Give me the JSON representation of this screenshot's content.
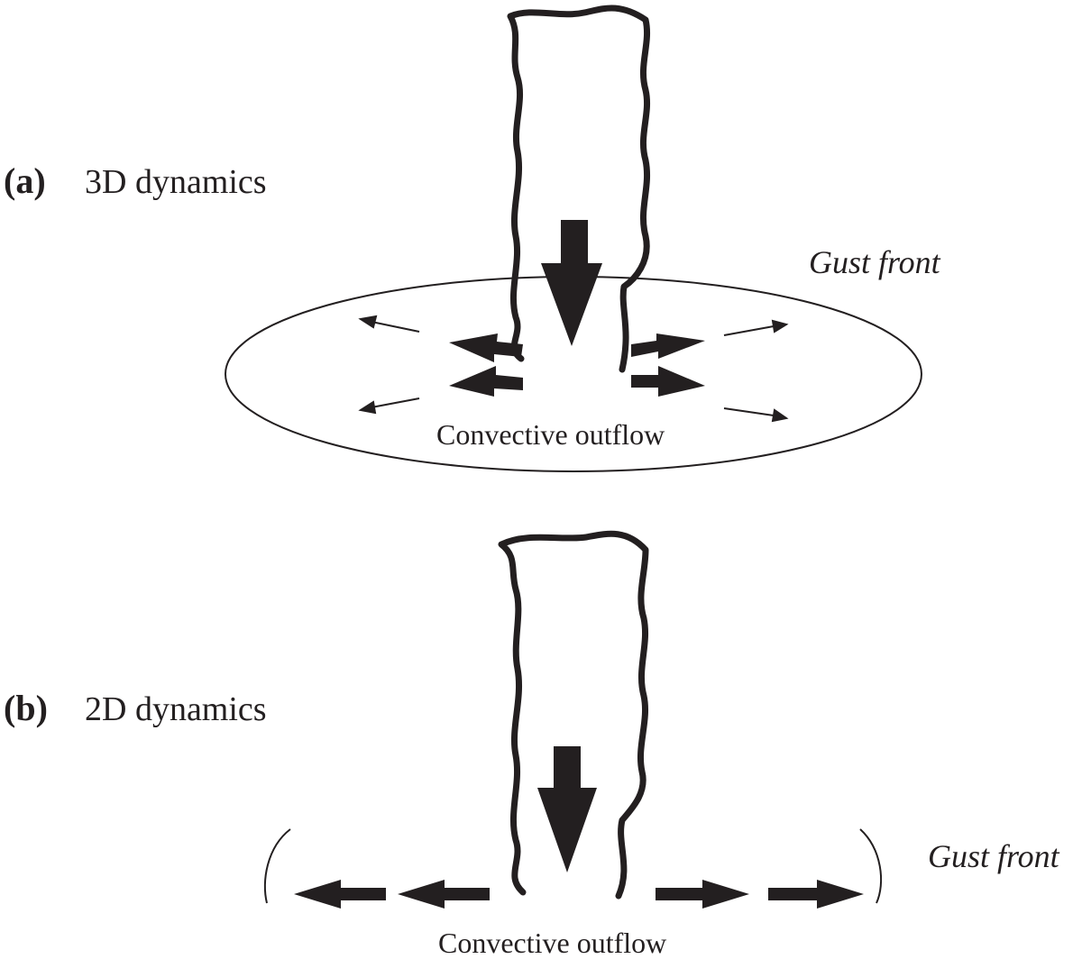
{
  "panels": [
    {
      "letter": "(a)",
      "title": "3D dynamics",
      "gust_label": "Gust front",
      "outflow_label": "Convective outflow"
    },
    {
      "letter": "(b)",
      "title": "2D dynamics",
      "gust_label": "Gust front",
      "outflow_label": "Convective outflow"
    }
  ],
  "colors": {
    "ink": "#231f20",
    "background": "#ffffff"
  }
}
